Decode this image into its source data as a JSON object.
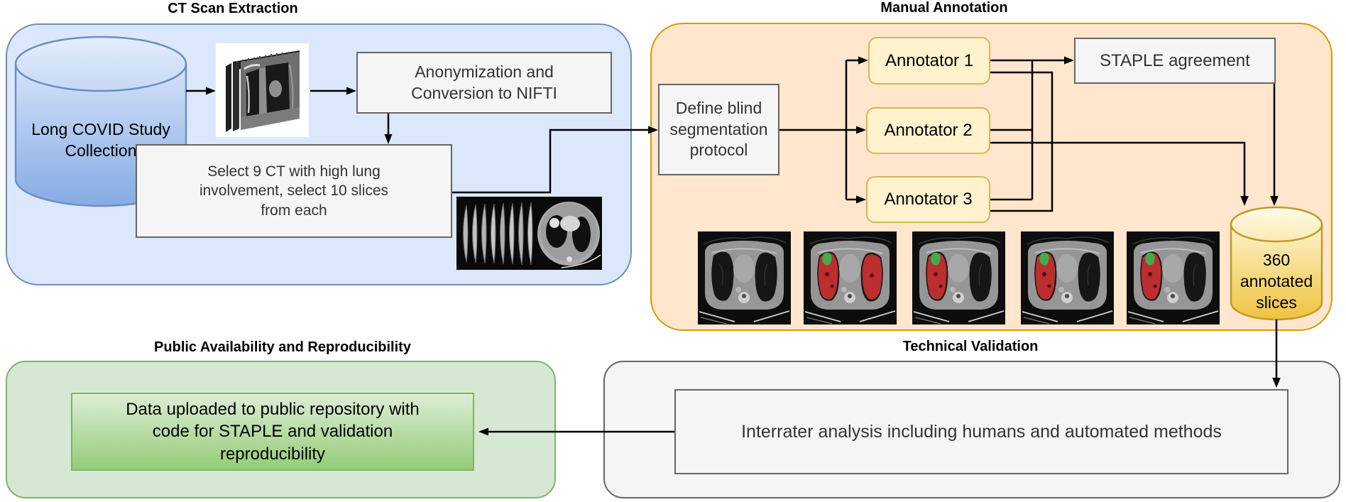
{
  "titles": {
    "ct_extraction": "CT Scan Extraction",
    "manual_annotation": "Manual Annotation",
    "public_availability": "Public Availability and Reproducibility",
    "technical_validation": "Technical Validation"
  },
  "ct_extraction": {
    "database_label": "Long COVID Study Collection",
    "anonymization_step": "Anonymization and Conversion to NIFTI",
    "selection_step": "Select 9 CT with high lung involvement, select 10 slices from each"
  },
  "manual_annotation": {
    "protocol_step": "Define blind segmentation protocol",
    "annotators": [
      {
        "label": "Annotator 1"
      },
      {
        "label": "Annotator 2"
      },
      {
        "label": "Annotator 3"
      }
    ],
    "staple_box": "STAPLE agreement",
    "output_database": "360 annotated slices",
    "slice_thumbs": [
      {
        "annotated": false
      },
      {
        "annotated": true,
        "variant": "both"
      },
      {
        "annotated": true,
        "variant": "left"
      },
      {
        "annotated": true,
        "variant": "left"
      },
      {
        "annotated": true,
        "variant": "left"
      }
    ]
  },
  "technical_validation": {
    "analysis_step": "Interrater analysis including humans and automated methods"
  },
  "public_availability": {
    "repository_step": "Data uploaded to public repository with code for STAPLE and validation reproducibility"
  },
  "colors": {
    "blue_fill": "#dbe8fc",
    "blue_border": "#6c8ebf",
    "orange_fill": "#ffe6cc",
    "orange_border": "#d79b00",
    "yellow_fill": "#fff2cc",
    "yellow_border": "#d6b656",
    "green_fill": "#d5e8d4",
    "green_border": "#82b366",
    "grey_fill": "#f5f5f5",
    "grey_border": "#666666",
    "box_text": "#333333",
    "annotation_red": "#c62f2f",
    "annotation_green": "#3fae49",
    "arrow": "#000000"
  }
}
